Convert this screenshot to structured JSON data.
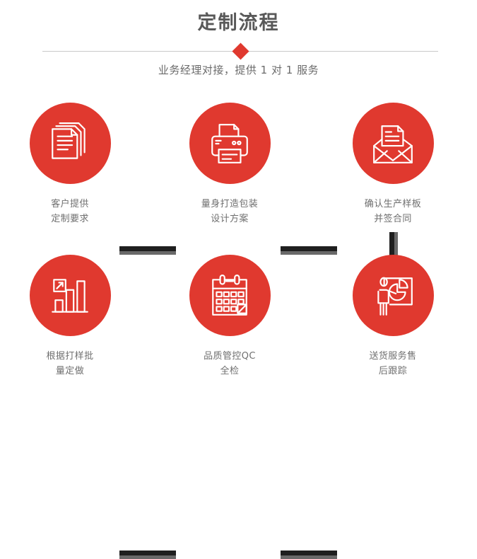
{
  "header": {
    "title": "定制流程",
    "subtitle": "业务经理对接，提供 1 对 1 服务",
    "divider_icon": "diamond-icon",
    "accent_color": "#e0392f",
    "title_color": "#595959",
    "subtitle_color": "#6b6b6b",
    "divider_color": "#c9c9c9"
  },
  "flow": {
    "connector_color": "#1f1f1f",
    "connector_shadow_color": "#696969",
    "circle_color": "#e0392f",
    "label_color": "#6f6f6f",
    "steps": [
      {
        "index": "1",
        "icon": "documents-stack-icon",
        "label": "客户提供\n定制要求"
      },
      {
        "index": "2",
        "icon": "printer-icon",
        "label": "量身打造包装\n设计方案"
      },
      {
        "index": "3",
        "icon": "envelope-document-icon",
        "label": "确认生产样板\n并签合同"
      },
      {
        "index": "4",
        "icon": "bar-chart-growth-icon",
        "label": "根据打样批\n量定做"
      },
      {
        "index": "5",
        "icon": "calendar-checked-icon",
        "label": "品质管控QC\n全检"
      },
      {
        "index": "6",
        "icon": "presenter-piechart-icon",
        "label": "送货服务售\n后跟踪"
      }
    ]
  }
}
